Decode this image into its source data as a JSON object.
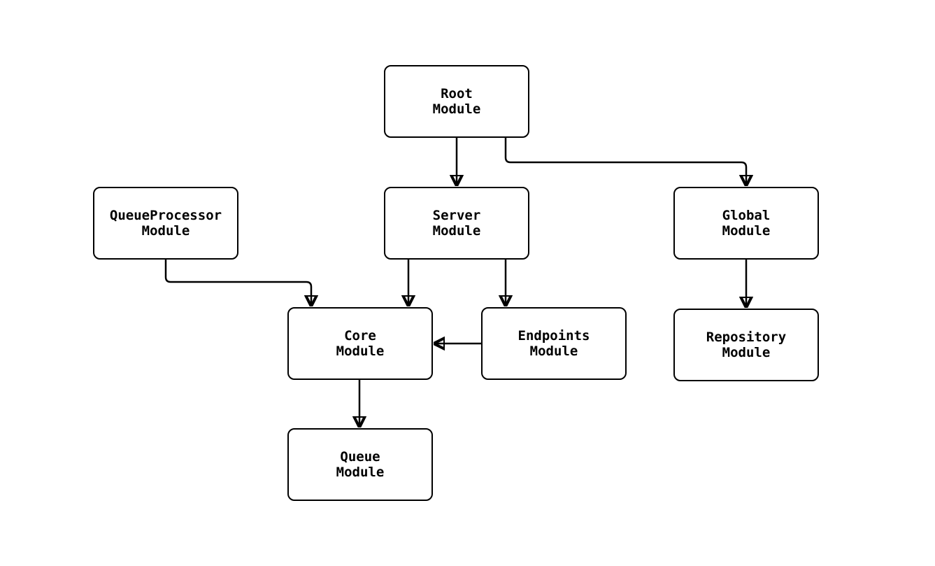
{
  "diagram": {
    "type": "module-dependency-graph",
    "background_color": "#ffffff",
    "node_border_color": "#000000",
    "node_fill_color": "#ffffff",
    "edge_color": "#000000",
    "nodes": {
      "root": {
        "label": "Root\nModule"
      },
      "server": {
        "label": "Server\nModule"
      },
      "queue_processor": {
        "label": "QueueProcessor\nModule"
      },
      "global": {
        "label": "Global\nModule"
      },
      "core": {
        "label": "Core\nModule"
      },
      "endpoints": {
        "label": "Endpoints\nModule"
      },
      "repository": {
        "label": "Repository\nModule"
      },
      "queue": {
        "label": "Queue\nModule"
      }
    },
    "edges": [
      {
        "from": "Root Module",
        "to": "Server Module"
      },
      {
        "from": "Root Module",
        "to": "Global Module"
      },
      {
        "from": "QueueProcessor Module",
        "to": "Core Module"
      },
      {
        "from": "Server Module",
        "to": "Core Module"
      },
      {
        "from": "Server Module",
        "to": "Endpoints Module"
      },
      {
        "from": "Endpoints Module",
        "to": "Core Module"
      },
      {
        "from": "Core Module",
        "to": "Queue Module"
      },
      {
        "from": "Global Module",
        "to": "Repository Module"
      }
    ]
  }
}
